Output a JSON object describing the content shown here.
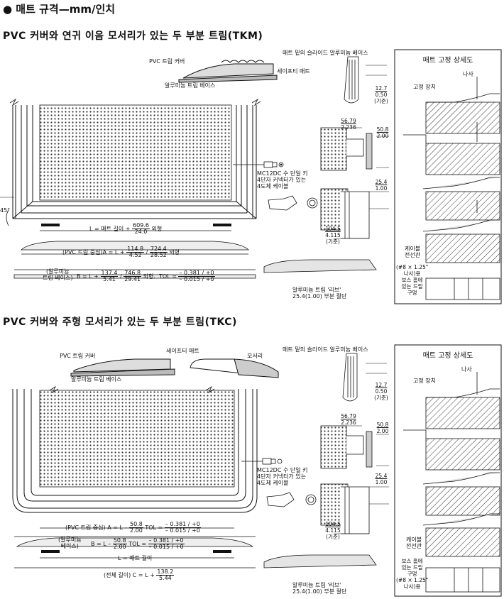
{
  "header": {
    "title": "● 매트 규격—mm/인치"
  },
  "tkm": {
    "title": "PVC 커버와 연귀 이음 모서리가 있는 두 부분 트림(TKM)",
    "label_pvc_cover": "PVC 트림 커버",
    "label_safety_mat": "세이프티 매트",
    "label_alu_base": "알루미늄 트림 베이스",
    "label_slide_base": "매트 밑의 슬라이드 알루미늄 베이스",
    "dim_12_7": "12.7",
    "dim_0_50": "0.50",
    "dim_ref1": "(기준)",
    "dim_56_79": "56.79",
    "dim_2_236": "2.236",
    "dim_50_8": "50.8",
    "dim_2_00": "2.00",
    "dim_25_4": "25.4",
    "dim_1_00": "1.00",
    "dim_104_5": "104.5",
    "dim_4_115": "4.115",
    "dim_ref2": "(기준)",
    "connector_1": "MC12DC 수 단일 키",
    "connector_2": "4단자 커넥터가 있는",
    "connector_3": "4도체 케이블",
    "angle": "45°",
    "formula_L": "L = 매트 길이 +",
    "formula_L_n": "609.6",
    "formula_L_d": "24.0",
    "formula_L_unit": "외형",
    "formula_A": "(PVC 트림 중심)A = L +",
    "formula_A_n1": "114.8",
    "formula_A_d1": "4.52",
    "formula_A_n2": "724.4",
    "formula_A_d2": "28.52",
    "formula_A_unit": "외형",
    "formula_B_pre1": "(알루미늄",
    "formula_B_pre2": "트림 베이스)",
    "formula_B": "B = L +",
    "formula_B_n1": "137.4",
    "formula_B_d1": "5.41",
    "formula_B_n2": "746.8",
    "formula_B_d2": "29.41",
    "formula_B_unit": "외형.",
    "formula_tol": "TOL =",
    "tol_n": "– 0.381 / +0",
    "tol_d": "– 0.015 / +0",
    "rib_1": "알루미늄 트림 '리브'",
    "rib_2": "25.4(1.00) 부분 절단"
  },
  "detail_top": {
    "title": "매트 고정 상세도",
    "screw": "나사",
    "fixing": "고정 장치",
    "cable_1": "케이블",
    "cable_2": "전선관",
    "boss_1": "(#8 × 1.25\"",
    "boss_2": "나사)용",
    "boss_3": "보스 홈에",
    "boss_4": "있는 드릴",
    "boss_5": "구멍"
  },
  "tkc": {
    "title": "PVC 커버와 주형 모서리가 있는 두 부분 트림(TKC)",
    "label_pvc_cover": "PVC 트림 커버",
    "label_alu_base": "알루미늄 트림 베이스",
    "label_safety_mat": "세이프티 매트",
    "label_corner": "모서리",
    "label_slide_base": "매트 밑의 슬라이드 알루미늄 베이스",
    "dim_12_7": "12.7",
    "dim_0_50": "0.50",
    "dim_ref1": "(기준)",
    "dim_56_79": "56.79",
    "dim_2_236": "2.236",
    "dim_50_8": "50.8",
    "dim_2_00": "2.00",
    "dim_25_4": "25.4",
    "dim_1_00": "1.00",
    "dim_104_5": "104.5",
    "dim_4_115": "4.115",
    "dim_ref2": "(기준)",
    "connector_1": "MC12DC 수 단일 키",
    "connector_2": "4단자 커넥터가 있는",
    "connector_3": "4도체 케이블",
    "formula_A": "(PVC 트림 중심) A = L –",
    "formula_A_n": "50.8",
    "formula_A_d": "2.00",
    "formula_tol": "TOL =",
    "tol_n": "– 0.381 / +0",
    "tol_d": "– 0.015 / +0",
    "formula_B_pre1": "(알루미늄",
    "formula_B_pre2": "베이스)",
    "formula_B": "B = L –",
    "formula_B_n": "50.8",
    "formula_B_d": "2.00",
    "formula_L": "L = 매트 길이",
    "formula_C": "(전체 길이) C = L +",
    "formula_C_n": "138.2",
    "formula_C_d": "5.44",
    "rib_1": "알루미늄 트림 '리브'",
    "rib_2": "25.4(1.00) 부분 절단"
  },
  "detail_bottom": {
    "title": "매트 고정 상세도",
    "screw": "나사",
    "fixing": "고정 장치",
    "cable_1": "케이블",
    "cable_2": "전선관",
    "boss_1": "보스 홈에",
    "boss_2": "있는 드릴",
    "boss_3": "구멍",
    "boss_4": "(#8 × 1.25\"",
    "boss_5": "나사)용"
  }
}
